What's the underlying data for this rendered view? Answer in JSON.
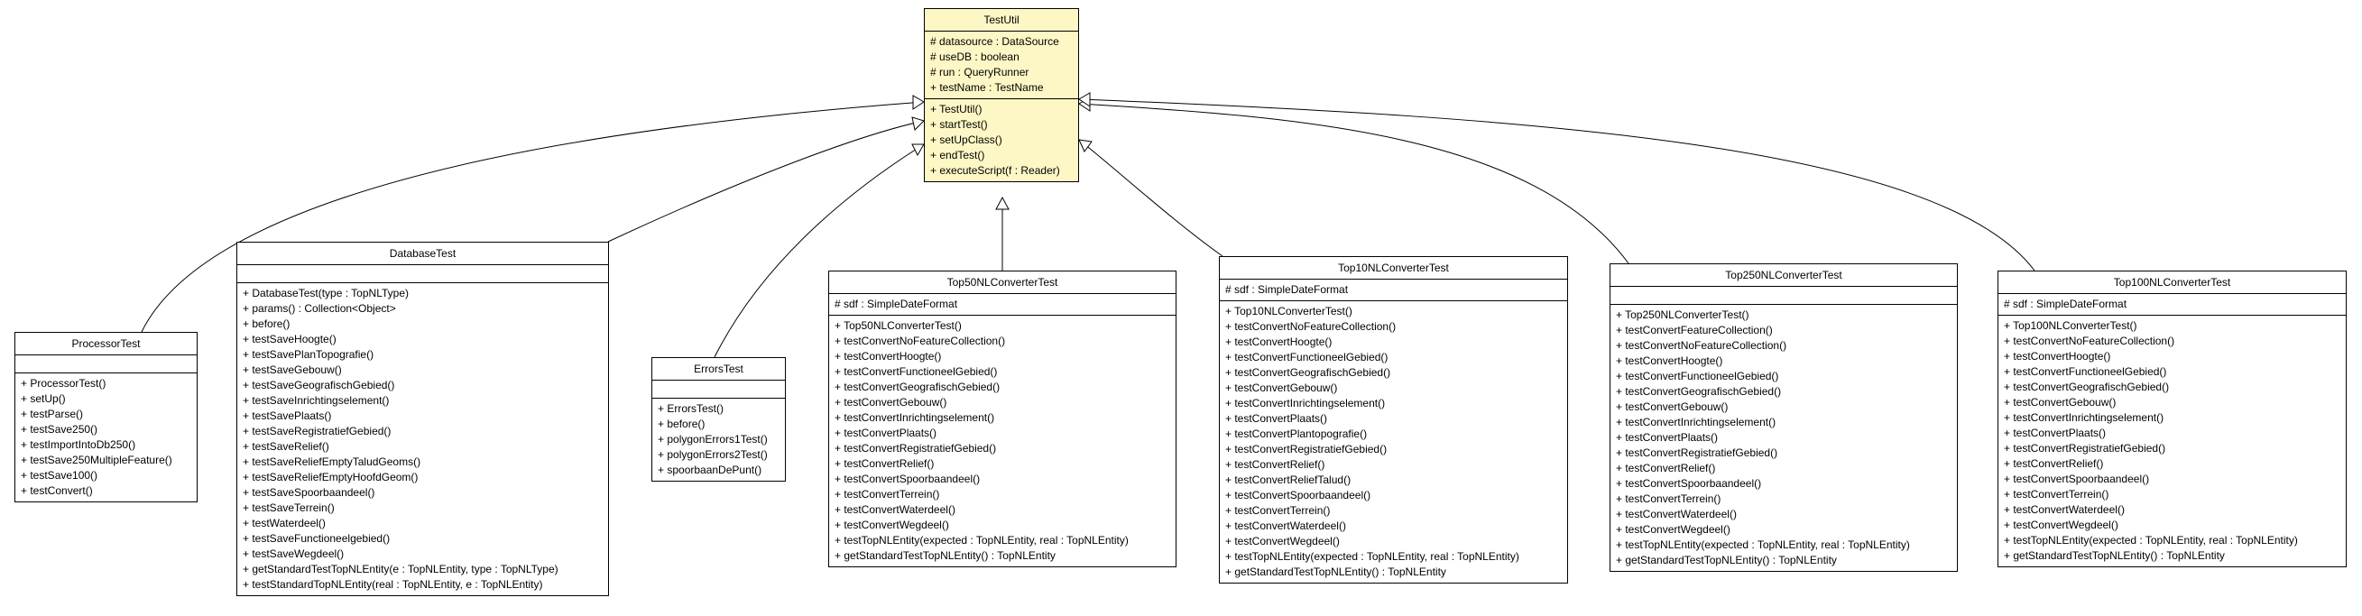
{
  "classes": {
    "testutil": {
      "name": "TestUtil",
      "attributes": [
        "# datasource : DataSource",
        "# useDB : boolean",
        "# run : QueryRunner",
        "+ testName : TestName"
      ],
      "operations": [
        "+ TestUtil()",
        "+ startTest()",
        "+ setUpClass()",
        "+ endTest()",
        "+ executeScript(f : Reader)"
      ]
    },
    "processortest": {
      "name": "ProcessorTest",
      "attributes": [],
      "operations": [
        "+ ProcessorTest()",
        "+ setUp()",
        "+ testParse()",
        "+ testSave250()",
        "+ testImportIntoDb250()",
        "+ testSave250MultipleFeature()",
        "+ testSave100()",
        "+ testConvert()"
      ]
    },
    "databasetest": {
      "name": "DatabaseTest",
      "attributes": [],
      "operations": [
        "+ DatabaseTest(type : TopNLType)",
        "+ params() : Collection<Object>",
        "+ before()",
        "+ testSaveHoogte()",
        "+ testSavePlanTopografie()",
        "+ testSaveGebouw()",
        "+ testSaveGeografischGebied()",
        "+ testSaveInrichtingselement()",
        "+ testSavePlaats()",
        "+ testSaveRegistratiefGebied()",
        "+ testSaveRelief()",
        "+ testSaveReliefEmptyTaludGeoms()",
        "+ testSaveReliefEmptyHoofdGeom()",
        "+ testSaveSpoorbaandeel()",
        "+ testSaveTerrein()",
        "+ testWaterdeel()",
        "+ testSaveFunctioneelgebied()",
        "+ testSaveWegdeel()",
        "+ getStandardTestTopNLEntity(e : TopNLEntity, type : TopNLType)",
        "+ testStandardTopNLEntity(real : TopNLEntity, e : TopNLEntity)"
      ]
    },
    "errorstest": {
      "name": "ErrorsTest",
      "attributes": [],
      "operations": [
        "+ ErrorsTest()",
        "+ before()",
        "+ polygonErrors1Test()",
        "+ polygonErrors2Test()",
        "+ spoorbaanDePunt()"
      ]
    },
    "top50": {
      "name": "Top50NLConverterTest",
      "attributes": [
        "# sdf : SimpleDateFormat"
      ],
      "operations": [
        "+ Top50NLConverterTest()",
        "+ testConvertNoFeatureCollection()",
        "+ testConvertHoogte()",
        "+ testConvertFunctioneelGebied()",
        "+ testConvertGeografischGebied()",
        "+ testConvertGebouw()",
        "+ testConvertInrichtingselement()",
        "+ testConvertPlaats()",
        "+ testConvertRegistratiefGebied()",
        "+ testConvertRelief()",
        "+ testConvertSpoorbaandeel()",
        "+ testConvertTerrein()",
        "+ testConvertWaterdeel()",
        "+ testConvertWegdeel()",
        "+ testTopNLEntity(expected : TopNLEntity, real : TopNLEntity)",
        "+ getStandardTestTopNLEntity() : TopNLEntity"
      ]
    },
    "top10": {
      "name": "Top10NLConverterTest",
      "attributes": [
        "# sdf : SimpleDateFormat"
      ],
      "operations": [
        "+ Top10NLConverterTest()",
        "+ testConvertNoFeatureCollection()",
        "+ testConvertHoogte()",
        "+ testConvertFunctioneelGebied()",
        "+ testConvertGeografischGebied()",
        "+ testConvertGebouw()",
        "+ testConvertInrichtingselement()",
        "+ testConvertPlaats()",
        "+ testConvertPlantopografie()",
        "+ testConvertRegistratiefGebied()",
        "+ testConvertRelief()",
        "+ testConvertReliefTalud()",
        "+ testConvertSpoorbaandeel()",
        "+ testConvertTerrein()",
        "+ testConvertWaterdeel()",
        "+ testConvertWegdeel()",
        "+ testTopNLEntity(expected : TopNLEntity, real : TopNLEntity)",
        "+ getStandardTestTopNLEntity() : TopNLEntity"
      ]
    },
    "top250": {
      "name": "Top250NLConverterTest",
      "attributes": [],
      "operations": [
        "+ Top250NLConverterTest()",
        "+ testConvertFeatureCollection()",
        "+ testConvertNoFeatureCollection()",
        "+ testConvertHoogte()",
        "+ testConvertFunctioneelGebied()",
        "+ testConvertGeografischGebied()",
        "+ testConvertGebouw()",
        "+ testConvertInrichtingselement()",
        "+ testConvertPlaats()",
        "+ testConvertRegistratiefGebied()",
        "+ testConvertRelief()",
        "+ testConvertSpoorbaandeel()",
        "+ testConvertTerrein()",
        "+ testConvertWaterdeel()",
        "+ testConvertWegdeel()",
        "+ testTopNLEntity(expected : TopNLEntity, real : TopNLEntity)",
        "+ getStandardTestTopNLEntity() : TopNLEntity"
      ]
    },
    "top100": {
      "name": "Top100NLConverterTest",
      "attributes": [
        "# sdf : SimpleDateFormat"
      ],
      "operations": [
        "+ Top100NLConverterTest()",
        "+ testConvertNoFeatureCollection()",
        "+ testConvertHoogte()",
        "+ testConvertFunctioneelGebied()",
        "+ testConvertGeografischGebied()",
        "+ testConvertGebouw()",
        "+ testConvertInrichtingselement()",
        "+ testConvertPlaats()",
        "+ testConvertRegistratiefGebied()",
        "+ testConvertRelief()",
        "+ testConvertSpoorbaandeel()",
        "+ testConvertTerrein()",
        "+ testConvertWaterdeel()",
        "+ testConvertWegdeel()",
        "+ testTopNLEntity(expected : TopNLEntity, real : TopNLEntity)",
        "+ getStandardTestTopNLEntity() : TopNLEntity"
      ]
    }
  },
  "relations": [
    {
      "from": "processortest",
      "to": "testutil",
      "type": "generalization"
    },
    {
      "from": "databasetest",
      "to": "testutil",
      "type": "generalization"
    },
    {
      "from": "errorstest",
      "to": "testutil",
      "type": "generalization"
    },
    {
      "from": "top50",
      "to": "testutil",
      "type": "generalization"
    },
    {
      "from": "top10",
      "to": "testutil",
      "type": "generalization"
    },
    {
      "from": "top250",
      "to": "testutil",
      "type": "generalization"
    },
    {
      "from": "top100",
      "to": "testutil",
      "type": "generalization"
    }
  ],
  "colors": {
    "highlight_fill": "#fdf7c5",
    "class_fill": "#ffffff",
    "line": "#000000"
  }
}
